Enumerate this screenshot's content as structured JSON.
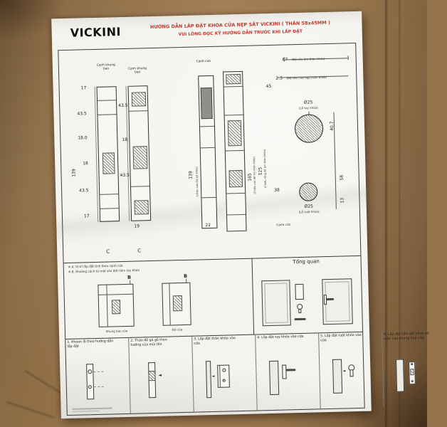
{
  "colors": {
    "title_red": "#c03a2b",
    "paper": "#f4f3ee",
    "cardboard": "#96744b",
    "ink": "#222222"
  },
  "header": {
    "logo": "VICKINI",
    "title_line1": "HƯỚNG DẪN LẮP ĐẶT KHÓA CỬA NẸP SẮT VICKINI ( THÂN 58x45MM )",
    "title_line2": "VUI LÒNG ĐỌC KỸ HƯỚNG DẪN TRƯỚC KHI LẮP ĐẶT"
  },
  "drawing": {
    "left": {
      "label1": "Cạnh khung bao",
      "label2": "Cạnh khung bao",
      "dims_col1": [
        "17",
        "43.5",
        "18.0",
        "18",
        "43.5",
        "17"
      ],
      "dim_139": "139",
      "dims_col2": [
        "43.5",
        "18",
        "43.5"
      ],
      "dim_19": "19",
      "letter_c1": "C",
      "letter_c2": "C"
    },
    "middle": {
      "label_canh_cua": "Cạnh cửa",
      "dim_139": "139",
      "note_139": "(chiều cao lắp gá khóa)",
      "dim_22": "22",
      "dim_165": "165",
      "note_165": "(Chiều cao đế âm thân khóa)",
      "dim_125": "125",
      "note_125": "(Chiều rộng đế âm thân khóa)"
    },
    "right": {
      "dim_67": "67",
      "note_67": "(Độ sâu âm thân khóa)",
      "dim_2_3": "2.3",
      "note_2_3": "(Độ sâu của nẹp thân khóa)",
      "dim_45": "45",
      "hole_top_dia": "Ø25",
      "hole_top_note": "(Lỗ tay khóa)",
      "dim_40_7": "40.7",
      "dim_58": "58",
      "dim_13": "13",
      "dim_38": "38",
      "hole_bottom_dia": "Ø25",
      "hole_bottom_note": "(Lỗ ruột khóa)",
      "edge_label": "Cạnh cửa"
    }
  },
  "notes": {
    "line1": "※ A. Vị trí lắp đặt tính theo cạnh cửa",
    "line2": "※ B. Khoảng cách từ mặt sàn đến tâm tay khóa"
  },
  "middle_band": {
    "b1": "B",
    "b2": "B",
    "caption_frame": "Khung bao cửa",
    "caption_stile": "Đố cửa",
    "overview_title": "Tổng quan"
  },
  "steps": [
    {
      "label": "1. Khoan lỗ theo hướng dẫn lắp đặt"
    },
    {
      "label": "2. Tháo đồ gá gỗ theo hướng của mũi tên"
    },
    {
      "label": "3. Lắp đặt thân khóa vào cửa"
    },
    {
      "label": "4. Lắp đặt tay khóa vào cửa"
    },
    {
      "label": "5. Lắp đặt ruột khóa vào cửa"
    },
    {
      "label": "6. Lắp đặt tấm giữ nhựa và mộc vào khung bao cửa"
    }
  ],
  "icons": {
    "arrow_left": "◄"
  }
}
